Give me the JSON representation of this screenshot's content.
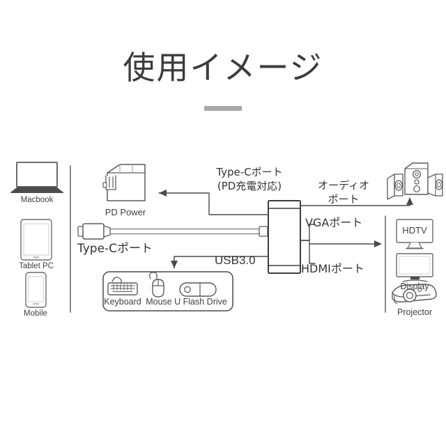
{
  "page": {
    "title": "使用イメージ",
    "background_color": "#ffffff",
    "line_color": "#4a4a4a",
    "divider_color": "#a8a8a8",
    "text_color": "#3a3a3a"
  },
  "left_devices": [
    {
      "id": "macbook",
      "label": "Macbook",
      "icon": "laptop-icon"
    },
    {
      "id": "tablet",
      "label": "Tablet PC",
      "icon": "tablet-icon"
    },
    {
      "id": "mobile",
      "label": "Mobile",
      "icon": "smartphone-icon"
    }
  ],
  "power": {
    "label": "PD Power",
    "icon": "power-adapter-icon"
  },
  "cable": {
    "label": "Type-Cポート",
    "icon": "usb-c-connector-icon"
  },
  "hub": {
    "name": "usb-c-hub",
    "icon": "hub-icon"
  },
  "ports": {
    "type_c": {
      "line1": "Type-Cポート",
      "line2": "(PD充電対応)"
    },
    "usb3": "USB3.0",
    "audio": {
      "line1": "オーディオ",
      "line2": "ポート"
    },
    "vga": "VGAポート",
    "hdmi": "HDMIポート"
  },
  "usb_devices": {
    "items": [
      {
        "id": "keyboard",
        "label": "Keyboard",
        "icon": "keyboard-icon"
      },
      {
        "id": "mouse",
        "label": "Mouse",
        "icon": "mouse-icon"
      },
      {
        "id": "uflash",
        "label": "U Flash Drive",
        "icon": "usb-flash-drive-icon"
      }
    ]
  },
  "audio_device": {
    "icon": "speakers-icon"
  },
  "right_devices": [
    {
      "id": "hdtv",
      "label": "HDTV",
      "icon": "tv-icon"
    },
    {
      "id": "display",
      "label": "Display",
      "icon": "monitor-icon"
    },
    {
      "id": "projector",
      "label": "Projector",
      "icon": "projector-icon"
    }
  ]
}
